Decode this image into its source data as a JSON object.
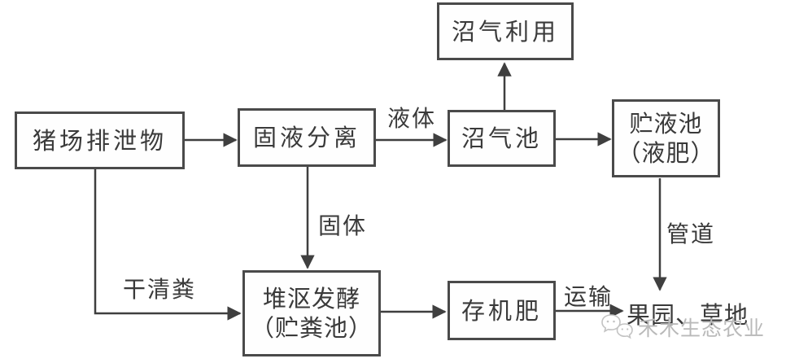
{
  "diagram": {
    "description": "pig-farm-waste-treatment-flowchart",
    "nodes": {
      "biogas_use": {
        "label": "沼气利用"
      },
      "pig_excrement": {
        "label": "猪场排泄物"
      },
      "solid_liquid_separation": {
        "label": "固液分离"
      },
      "biogas_digester": {
        "label": "沼气池"
      },
      "liquid_storage": {
        "line1": "贮液池",
        "line2": "（液肥）"
      },
      "compost": {
        "line1": "堆沤发酵",
        "line2": "（贮粪池）"
      },
      "organic_fertilizer": {
        "label": "存机肥"
      },
      "destination": {
        "label": "果园、草地"
      }
    },
    "edge_labels": {
      "liquid": "液体",
      "solid": "固体",
      "dry_manure": "干清粪",
      "pipeline": "管道",
      "transport": "运输"
    },
    "edges": [
      {
        "from": "pig_excrement",
        "to": "solid_liquid_separation",
        "label": ""
      },
      {
        "from": "solid_liquid_separation",
        "to": "biogas_digester",
        "label": "液体"
      },
      {
        "from": "biogas_digester",
        "to": "biogas_use",
        "label": ""
      },
      {
        "from": "biogas_digester",
        "to": "liquid_storage",
        "label": ""
      },
      {
        "from": "liquid_storage",
        "to": "destination",
        "label": "管道"
      },
      {
        "from": "solid_liquid_separation",
        "to": "compost",
        "label": "固体"
      },
      {
        "from": "pig_excrement",
        "to": "compost",
        "label": "干清粪"
      },
      {
        "from": "compost",
        "to": "organic_fertilizer",
        "label": ""
      },
      {
        "from": "organic_fertilizer",
        "to": "destination",
        "label": "运输"
      }
    ],
    "colors": {
      "line": "#3f3f3f",
      "box_border": "#4a4a4a",
      "text": "#3a3a3a",
      "watermark": "#b9b9b9",
      "background": "#ffffff"
    },
    "watermark": {
      "text": "禾木生态农业",
      "icon": "wechat-chat-bubbles-icon"
    }
  }
}
